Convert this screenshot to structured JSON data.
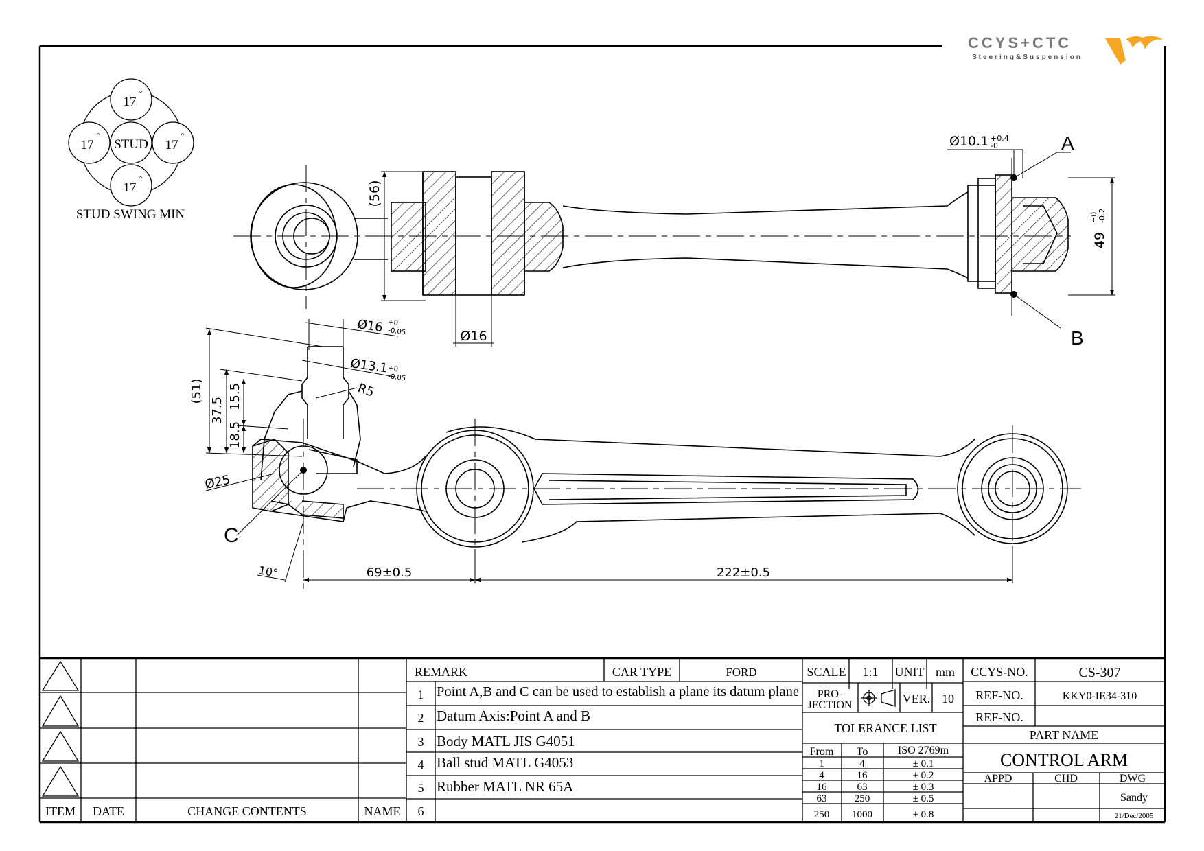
{
  "logo": {
    "brand": "CCYS+CTC",
    "tagline": "Steering&Suspension",
    "accent_color": "#f5a623",
    "text_color": "#7a7a7a"
  },
  "stud_swing": {
    "center_label": "STUD",
    "angle_top": "17",
    "angle_left": "17",
    "angle_right": "17",
    "angle_bottom": "17",
    "degree_mark": "°",
    "caption": "STUD SWING MIN"
  },
  "top_view": {
    "dim_height_56": "(56)",
    "dim_dia_16": "Ø16",
    "dim_dia_10_1": "Ø10.1",
    "dim_dia_10_1_tol_up": "+0.4",
    "dim_dia_10_1_tol_low": "-0",
    "dim_49": "49",
    "dim_49_tol_up": "+0",
    "dim_49_tol_low": "-0.2",
    "point_a": "A",
    "point_b": "B"
  },
  "side_view": {
    "dim_dia_16": "Ø16",
    "dim_dia_16_tol_up": "+0",
    "dim_dia_16_tol_low": "-0.05",
    "dim_dia_13_1": "Ø13.1",
    "dim_dia_13_1_tol_up": "+0",
    "dim_dia_13_1_tol_low": "-0.05",
    "dim_r5": "R5",
    "dim_51": "(51)",
    "dim_37_5": "37.5",
    "dim_15_5": "15.5",
    "dim_18_5": "18.5",
    "dim_dia_25": "Ø25",
    "point_c": "C",
    "dim_angle_10": "10°",
    "dim_69": "69±0.5",
    "dim_222": "222±0.5"
  },
  "revision_block": {
    "headers": {
      "item": "ITEM",
      "date": "DATE",
      "change": "CHANGE CONTENTS",
      "name": "NAME"
    }
  },
  "remarks": {
    "header": "REMARK",
    "car_type_label": "CAR TYPE",
    "car_type_value": "FORD",
    "items": [
      {
        "no": "1",
        "text": "Point A,B and C can be used to establish a plane its datum plane"
      },
      {
        "no": "2",
        "text": "Datum Axis:Point A and B"
      },
      {
        "no": "3",
        "text": "Body MATL JIS G4051"
      },
      {
        "no": "4",
        "text": "Ball stud MATL G4053"
      },
      {
        "no": "5",
        "text": "Rubber MATL NR 65A"
      },
      {
        "no": "6",
        "text": ""
      }
    ]
  },
  "title_block": {
    "scale_label": "SCALE",
    "scale_value": "1:1",
    "unit_label": "UNIT",
    "unit_value": "mm",
    "projection_label_1": "PRO-",
    "projection_label_2": "JECTION",
    "ver_label": "VER.",
    "ver_value": "10",
    "ccys_no_label": "CCYS-NO.",
    "ccys_no_value": "CS-307",
    "ref_no_label_1": "REF-NO.",
    "ref_no_value_1": "KKY0-IE34-310",
    "ref_no_label_2": "REF-NO.",
    "ref_no_value_2": "",
    "part_name_label": "PART NAME",
    "part_name_value": "CONTROL ARM",
    "appd_label": "APPD",
    "chd_label": "CHD",
    "dwg_label": "DWG",
    "dwg_name": "Sandy",
    "dwg_date": "21/Dec/2005"
  },
  "tolerance": {
    "title": "TOLERANCE LIST",
    "col_from": "From",
    "col_to": "To",
    "col_iso": "ISO 2769m",
    "rows": [
      {
        "from": "1",
        "to": "4",
        "tol": "± 0.1"
      },
      {
        "from": "4",
        "to": "16",
        "tol": "± 0.2"
      },
      {
        "from": "16",
        "to": "63",
        "tol": "± 0.3"
      },
      {
        "from": "63",
        "to": "250",
        "tol": "± 0.5"
      },
      {
        "from": "250",
        "to": "1000",
        "tol": "± 0.8"
      }
    ]
  }
}
